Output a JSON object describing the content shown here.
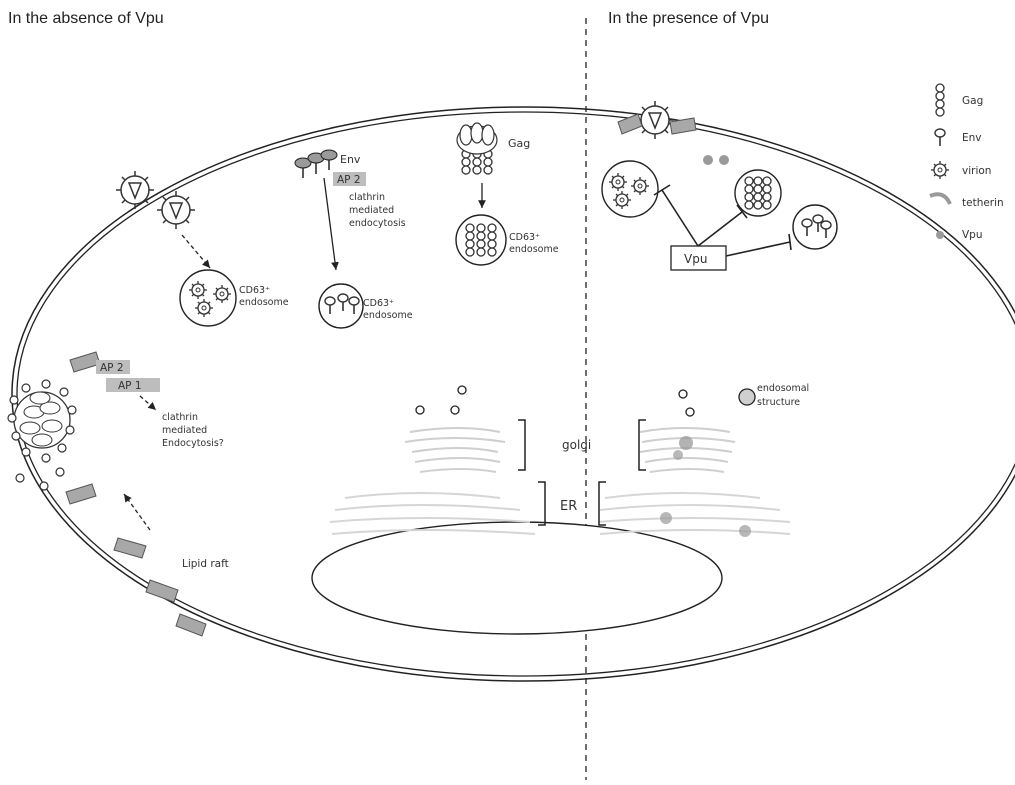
{
  "panels": {
    "left_title": "In the absence of Vpu",
    "right_title": "In the presence of Vpu"
  },
  "legend": [
    {
      "label": "Gag",
      "icon": "gag-icon"
    },
    {
      "label": "Env",
      "icon": "env-icon"
    },
    {
      "label": "virion",
      "icon": "virion-icon"
    },
    {
      "label": "tetherin",
      "icon": "tetherin-icon"
    },
    {
      "label": "Vpu",
      "icon": "vpu-icon"
    }
  ],
  "labels": {
    "env": "Env",
    "gag": "Gag",
    "ap2_top": "AP 2",
    "clathrin_top_1": "clathrin",
    "clathrin_top_2": "mediated",
    "clathrin_top_3": "endocytosis",
    "cd63_1a": "CD63⁺",
    "cd63_1b": "endosome",
    "cd63_2a": "CD63⁺",
    "cd63_2b": "endosome",
    "cd63_3a": "CD63⁺",
    "cd63_3b": "endosome",
    "ap2_left": "AP 2",
    "ap1_left": "AP 1",
    "clathrin_left_1": "clathrin",
    "clathrin_left_2": "mediated",
    "clathrin_left_3": "Endocytosis?",
    "lipid_raft": "Lipid raft",
    "golgi": "golgi",
    "er": "ER",
    "vpu_box": "Vpu",
    "endosomal_1": "endosomal",
    "endosomal_2": "structure"
  },
  "colors": {
    "line": "#222222",
    "tetherin": "#9a9a9a",
    "vpu": "#8a8a8a",
    "ap_box": "#bdbdbd",
    "golgi": "#c8c8c8",
    "virion": "#555555"
  }
}
